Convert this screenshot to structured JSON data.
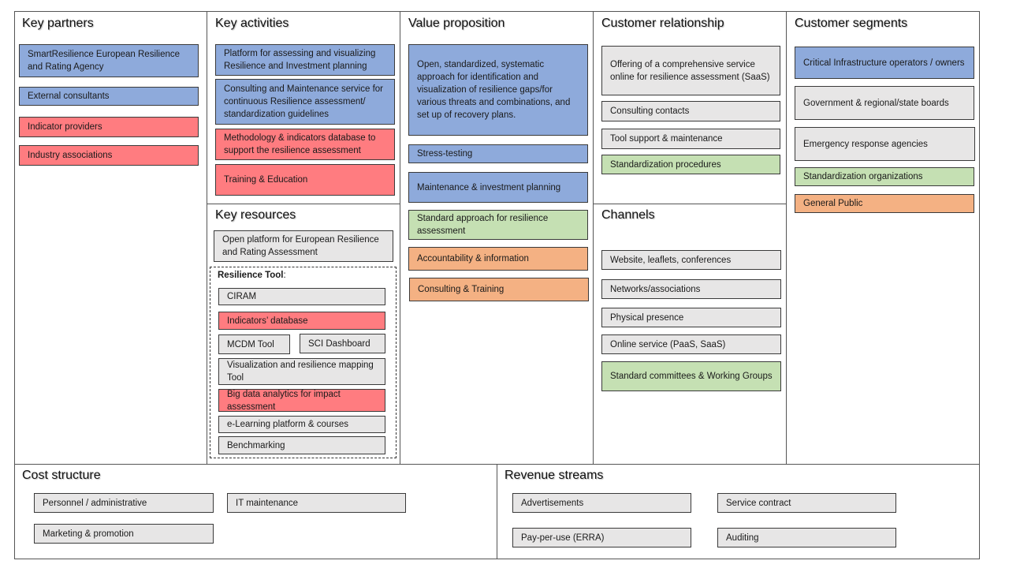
{
  "colors": {
    "blue": "#8eaadb",
    "red": "#ff7c80",
    "grey": "#e7e6e6",
    "green": "#c5e0b3",
    "orange": "#f4b183"
  },
  "key_partners": {
    "title": "Key partners",
    "items": [
      {
        "label": "SmartResilience European Resilience and Rating Agency",
        "color": "blue"
      },
      {
        "label": "External consultants",
        "color": "blue"
      },
      {
        "label": "Indicator providers",
        "color": "red"
      },
      {
        "label": "Industry associations",
        "color": "red"
      }
    ]
  },
  "key_activities": {
    "title": "Key activities",
    "items": [
      {
        "label": "Platform for assessing and visualizing Resilience and Investment planning",
        "color": "blue"
      },
      {
        "label": "Consulting and Maintenance service for continuous Resilience assessment/ standardization guidelines",
        "color": "blue"
      },
      {
        "label": "Methodology & indicators database to support the resilience assessment",
        "color": "red"
      },
      {
        "label": "Training & Education",
        "color": "red"
      }
    ]
  },
  "key_resources": {
    "title": "Key resources",
    "platform": {
      "label": "Open platform for European Resilience and Rating Assessment",
      "color": "grey"
    },
    "tool_title": "Resilience Tool",
    "tool_title_suffix": ":",
    "tools": [
      {
        "label": "CIRAM",
        "color": "grey"
      },
      {
        "label": "Indicators’ database",
        "color": "red"
      },
      {
        "label": "MCDM Tool",
        "color": "grey"
      },
      {
        "label": "SCI Dashboard",
        "color": "grey"
      },
      {
        "label": "Visualization and resilience mapping Tool",
        "color": "grey"
      },
      {
        "label": "Big data analytics for impact assessment",
        "color": "red"
      },
      {
        "label": "e-Learning platform & courses",
        "color": "grey"
      },
      {
        "label": "Benchmarking",
        "color": "grey"
      }
    ]
  },
  "value_proposition": {
    "title": "Value proposition",
    "items": [
      {
        "label": "Open, standardized, systematic approach for identification and visualization of resilience gaps/for various threats and combinations, and set up of recovery plans.",
        "color": "blue"
      },
      {
        "label": "Stress-testing",
        "color": "blue"
      },
      {
        "label": "Maintenance & investment planning",
        "color": "blue"
      },
      {
        "label": "Standard approach for resilience assessment",
        "color": "green"
      },
      {
        "label": "Accountability & information",
        "color": "orange"
      },
      {
        "label": "Consulting & Training",
        "color": "orange"
      }
    ]
  },
  "customer_relationship": {
    "title": "Customer relationship",
    "items": [
      {
        "label": "Offering of a comprehensive service online for resilience assessment (SaaS)",
        "color": "grey"
      },
      {
        "label": "Consulting contacts",
        "color": "grey"
      },
      {
        "label": "Tool support & maintenance",
        "color": "grey"
      },
      {
        "label": "Standardization procedures",
        "color": "green"
      }
    ]
  },
  "channels": {
    "title": "Channels",
    "items": [
      {
        "label": "Website, leaflets, conferences",
        "color": "grey"
      },
      {
        "label": "Networks/associations",
        "color": "grey"
      },
      {
        "label": "Physical presence",
        "color": "grey"
      },
      {
        "label": "Online service (PaaS, SaaS)",
        "color": "grey"
      },
      {
        "label": "Standard committees & Working Groups",
        "color": "green"
      }
    ]
  },
  "customer_segments": {
    "title": "Customer segments",
    "items": [
      {
        "label": "Critical Infrastructure operators / owners",
        "color": "blue"
      },
      {
        "label": "Government & regional/state boards",
        "color": "grey"
      },
      {
        "label": "Emergency response agencies",
        "color": "grey"
      },
      {
        "label": "Standardization organizations",
        "color": "green"
      },
      {
        "label": "General Public",
        "color": "orange"
      }
    ]
  },
  "cost_structure": {
    "title": "Cost structure",
    "items": [
      {
        "label": "Personnel / administrative",
        "color": "grey"
      },
      {
        "label": "IT maintenance",
        "color": "grey"
      },
      {
        "label": "Marketing & promotion",
        "color": "grey"
      }
    ]
  },
  "revenue_streams": {
    "title": "Revenue streams",
    "items": [
      {
        "label": "Advertisements",
        "color": "grey"
      },
      {
        "label": "Service contract",
        "color": "grey"
      },
      {
        "label": "Pay-per-use (ERRA)",
        "color": "grey"
      },
      {
        "label": "Auditing",
        "color": "grey"
      }
    ]
  }
}
